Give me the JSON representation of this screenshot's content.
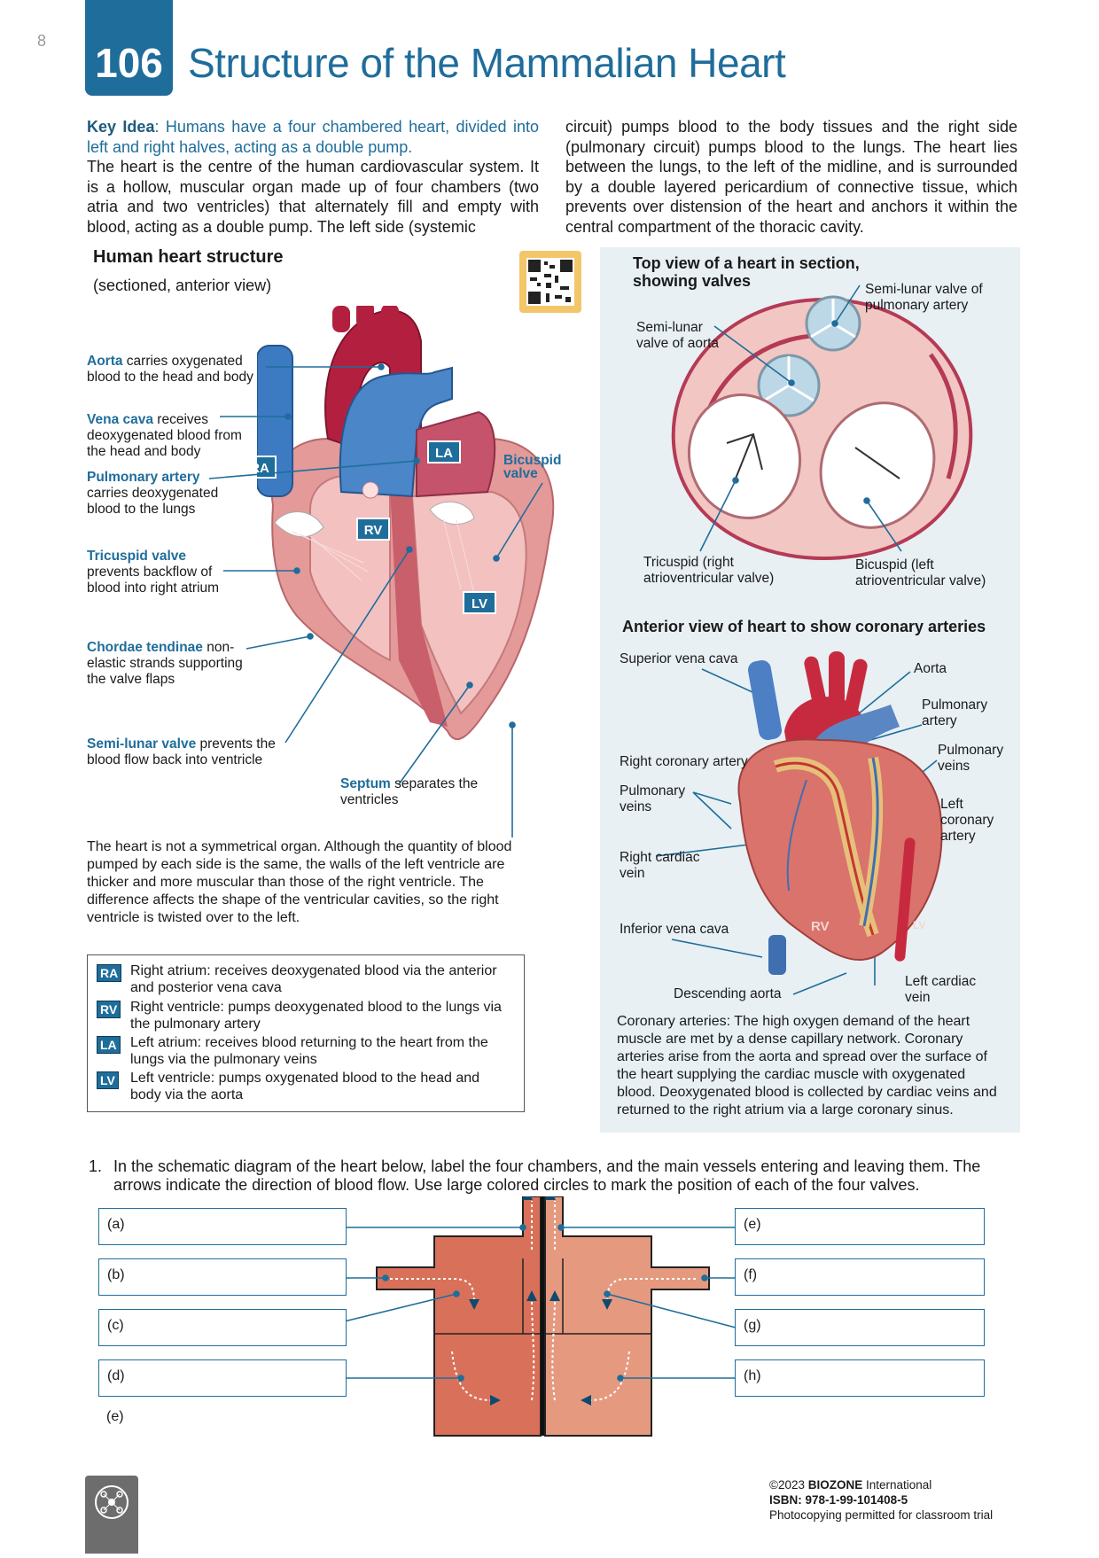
{
  "page_number": "8",
  "activity_number": "106",
  "title": "Structure of the Mammalian Heart",
  "key_idea_label": "Key Idea",
  "key_idea_text": ": Humans have a four chambered heart, divided into left and right halves, acting as a double pump.",
  "intro_left": "The heart is the centre of the human cardiovascular system. It is a hollow, muscular organ made up of four chambers (two atria and two ventricles) that alternately fill and empty with blood, acting as a double pump. The left side (systemic",
  "intro_right": "circuit) pumps blood to the body tissues and the right side (pulmonary circuit) pumps blood to the lungs. The heart lies between the lungs, to the left of the midline, and is surrounded by a double layered pericardium of connective tissue, which prevents over distension of the heart and anchors it within the central compartment of the thoracic cavity.",
  "left_figure": {
    "heading": "Human heart structure",
    "subheading": "(sectioned, anterior view)",
    "labels": {
      "aorta_term": "Aorta",
      "aorta_text": " carries oxygenated blood to the head and body",
      "vena_term": "Vena cava",
      "vena_text": " receives deoxygenated blood from the head and body",
      "pulm_term": "Pulmonary artery",
      "pulm_text": " carries deoxygenated blood to the lungs",
      "tric_term": "Tricuspid valve",
      "tric_text": " prevents backflow of blood into right atrium",
      "chord_term": "Chordae tendinae",
      "chord_text": " non-elastic strands supporting the valve flaps",
      "semi_term": "Semi-lunar valve",
      "semi_text": " prevents the blood flow back into ventricle",
      "septum_term": "Septum",
      "septum_text": " separates the ventricles",
      "bicuspid": "Bicuspid valve",
      "RA": "RA",
      "RV": "RV",
      "LA": "LA",
      "LV": "LV"
    },
    "note": "The heart is not a symmetrical organ. Although the quantity of blood pumped by each side is the same, the walls of the left ventricle are thicker and more muscular than those of the right ventricle. The difference affects the shape of the ventricular cavities, so the right ventricle is twisted over to the left."
  },
  "key": [
    {
      "tag": "RA",
      "text": "Right atrium: receives deoxygenated blood via the anterior and posterior vena cava"
    },
    {
      "tag": "RV",
      "text": "Right ventricle: pumps deoxygenated blood to the lungs via the pulmonary artery"
    },
    {
      "tag": "LA",
      "text": "Left atrium: receives blood returning to the heart from the lungs via the pulmonary veins"
    },
    {
      "tag": "LV",
      "text": "Left ventricle: pumps oxygenated blood to the head and body via the aorta"
    }
  ],
  "top_view": {
    "heading_line1": "Top view of a heart in section,",
    "heading_line2": "showing valves",
    "semi_pulm": "Semi-lunar valve of pulmonary artery",
    "semi_aorta": "Semi-lunar valve of aorta",
    "tricuspid": "Tricuspid (right atrioventricular valve)",
    "bicuspid": "Bicuspid (left atrioventricular valve)"
  },
  "coronary": {
    "heading": "Anterior view of heart to show coronary arteries",
    "superior_vc": "Superior vena cava",
    "aorta": "Aorta",
    "pulm_artery": "Pulmonary artery",
    "pulm_veins_r": "Pulmonary veins",
    "right_coronary": "Right coronary artery",
    "pulm_veins_l": "Pulmonary veins",
    "left_coronary": "Left coronary artery",
    "right_cardiac": "Right cardiac vein",
    "inferior_vc": "Inferior vena cava",
    "RV": "RV",
    "LV": "LV",
    "desc_aorta": "Descending aorta",
    "left_cardiac": "Left cardiac vein",
    "caption": "Coronary arteries: The high oxygen demand of the heart muscle are met by a dense capillary network. Coronary arteries arise from the aorta and spread over the surface of the heart supplying the cardiac muscle with oxygenated blood. Deoxygenated blood is collected by cardiac veins and returned to the right atrium via a large coronary sinus."
  },
  "question": {
    "number": "1.",
    "text": "In the schematic diagram of the heart below, label the four chambers, and the main vessels entering and leaving them. The arrows indicate the direction of blood flow. Use large colored circles to mark the position of each of the four valves.",
    "left_boxes": [
      "(a)",
      "(b)",
      "(c)",
      "(d)"
    ],
    "left_extra": "(e)",
    "right_boxes": [
      "(e)",
      "(f)",
      "(g)",
      "(h)"
    ]
  },
  "footer": {
    "copyright_prefix": "©2023 ",
    "brand": "BIOZONE",
    "copyright_suffix": " International",
    "isbn": "ISBN: 978-1-99-101408-5",
    "note": "Photocopying permitted for classroom trial"
  },
  "colors": {
    "accent": "#1f6d9b",
    "panel": "#e8f0f4",
    "schematic_right": "#d9715a",
    "schematic_left": "#e59a80"
  }
}
